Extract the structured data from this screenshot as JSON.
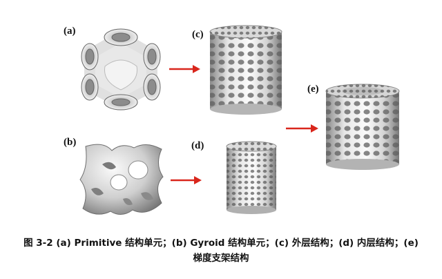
{
  "panels": {
    "a": "(a)",
    "b": "(b)",
    "c": "(c)",
    "d": "(d)",
    "e": "(e)"
  },
  "caption": {
    "line1": "图 3-2 (a) Primitive 结构单元；(b) Gyroid 结构单元；(c) 外层结构；(d) 内层结构；(e)",
    "line2": "梯度支架结构"
  },
  "colors": {
    "arrow": "#d9261c",
    "structure_light": "#f4f4f4",
    "structure_mid": "#b9b9b9",
    "structure_dark": "#6e6e6e"
  }
}
